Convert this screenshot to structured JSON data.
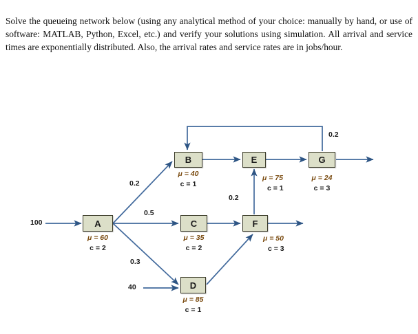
{
  "problem": {
    "statement": "Solve the queueing network below (using any analytical method of your choice: manually by hand, or use of software: MATLAB, Python, Excel, etc.) and verify your solutions using simulation. All arrival and service times are exponentially distributed. Also, the arrival rates and service rates are in jobs/hour."
  },
  "colors": {
    "node_fill": "#dcdfc8",
    "node_border": "#3c3c2a",
    "arrow": "#41699c",
    "mu_text": "#7a4b10"
  },
  "diagram": {
    "title": "queueing-network",
    "nodes": [
      {
        "id": "A",
        "label": "A",
        "mu_label": "μ = 60",
        "c_label": "c = 2",
        "mu": 60,
        "c": 2
      },
      {
        "id": "B",
        "label": "B",
        "mu_label": "μ = 40",
        "c_label": "c = 1",
        "mu": 40,
        "c": 1
      },
      {
        "id": "C",
        "label": "C",
        "mu_label": "μ = 35",
        "c_label": "c = 2",
        "mu": 35,
        "c": 2
      },
      {
        "id": "D",
        "label": "D",
        "mu_label": "μ = 85",
        "c_label": "c = 1",
        "mu": 85,
        "c": 1
      },
      {
        "id": "E",
        "label": "E",
        "mu_label": "μ = 75",
        "c_label": "c = 1",
        "mu": 75,
        "c": 1
      },
      {
        "id": "F",
        "label": "F",
        "mu_label": "μ = 50",
        "c_label": "c = 3",
        "mu": 50,
        "c": 3
      },
      {
        "id": "G",
        "label": "G",
        "mu_label": "μ = 24",
        "c_label": "c = 3",
        "mu": 24,
        "c": 3
      }
    ],
    "external_arrivals": [
      {
        "id": "arrival-A",
        "target": "A",
        "rate_label": "100",
        "rate": 100
      },
      {
        "id": "arrival-D",
        "target": "D",
        "rate_label": "40",
        "rate": 40
      }
    ],
    "edge_labels": [
      {
        "id": "A-to-B",
        "from": "A",
        "to": "B",
        "label": "0.2",
        "value": 0.2
      },
      {
        "id": "A-to-C",
        "from": "A",
        "to": "C",
        "label": "0.5",
        "value": 0.5
      },
      {
        "id": "A-to-D",
        "from": "A",
        "to": "D",
        "label": "0.3",
        "value": 0.3
      },
      {
        "id": "F-to-E",
        "from": "F",
        "to": "E",
        "label": "0.2",
        "value": 0.2
      },
      {
        "id": "G-to-B",
        "from": "G",
        "to": "B",
        "label": "0.2",
        "value": 0.2
      }
    ],
    "unlabeled_edges": [
      {
        "id": "B-to-E",
        "from": "B",
        "to": "E"
      },
      {
        "id": "E-to-G",
        "from": "E",
        "to": "G"
      },
      {
        "id": "C-to-F",
        "from": "C",
        "to": "F"
      },
      {
        "id": "D-to-F",
        "from": "D",
        "to": "F"
      }
    ],
    "departures": [
      {
        "id": "departure-G",
        "from": "G"
      },
      {
        "id": "departure-F",
        "from": "F"
      }
    ]
  }
}
